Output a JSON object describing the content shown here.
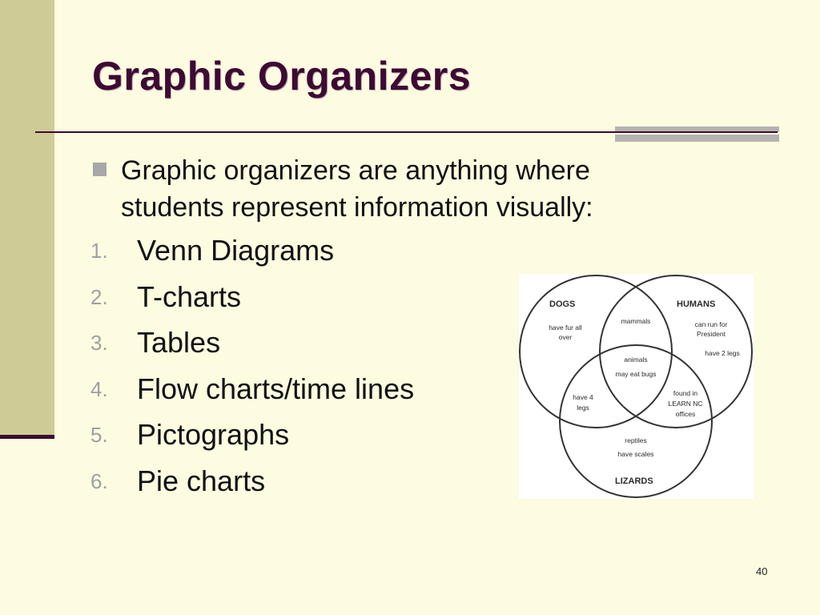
{
  "slide": {
    "title": "Graphic Organizers",
    "bullet": "Graphic organizers are anything where students represent information visually:",
    "items": [
      {
        "num": "1.",
        "label": "Venn Diagrams"
      },
      {
        "num": "2.",
        "label": "T-charts"
      },
      {
        "num": "3.",
        "label": "Tables"
      },
      {
        "num": "4.",
        "label": "Flow charts/time lines"
      },
      {
        "num": "5.",
        "label": "Pictographs"
      },
      {
        "num": "6.",
        "label": "Pie charts"
      }
    ],
    "page_number": "40"
  },
  "venn": {
    "circles": [
      "DOGS",
      "HUMANS",
      "LIZARDS"
    ],
    "dogs_only": [
      "have fur all",
      "over"
    ],
    "humans_only_1": [
      "can run for",
      "President"
    ],
    "humans_only_2": "have 2 legs",
    "dogs_humans": "mammals",
    "all_three": [
      "animals",
      "may eat bugs"
    ],
    "dogs_lizards": [
      "have 4",
      "legs"
    ],
    "humans_lizards": [
      "found in",
      "LEARN NC",
      "offices"
    ],
    "lizards_only": [
      "reptiles",
      "have scales"
    ]
  },
  "colors": {
    "background": "#fdfbe0",
    "left_strip": "#cfcb96",
    "title": "#3d0a33",
    "rule": "#3b0c2f",
    "bullet": "#a7a7a7"
  }
}
